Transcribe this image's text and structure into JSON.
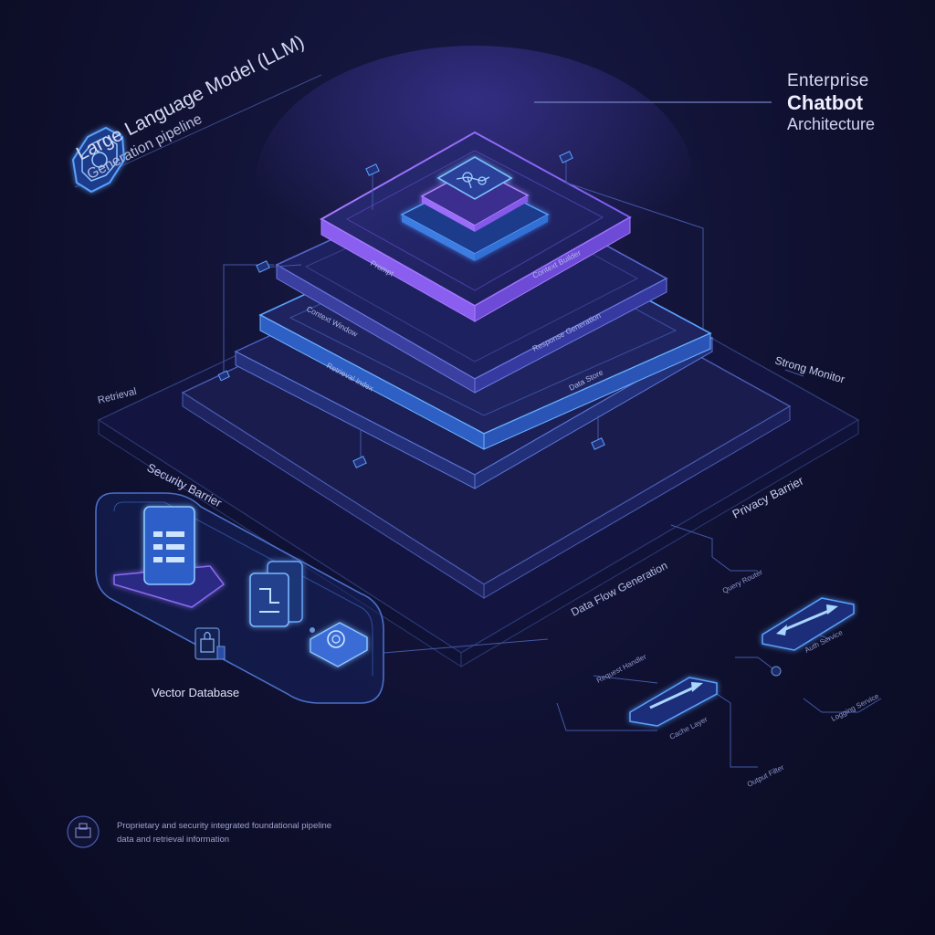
{
  "title": {
    "line1": "Enterprise",
    "line2": "Chatbot",
    "line3": "Architecture"
  },
  "header_left": {
    "line1": "Large Language Model (LLM)",
    "line2": "Generation pipeline"
  },
  "labels": {
    "left_mid": "Retrieval",
    "security_barrier": "Security Barrier",
    "strong_monitor": "Strong Monitor",
    "privacy_barrier": "Privacy Barrier",
    "data_flow": "Data Flow Generation",
    "vector_database": "Vector Database"
  },
  "layer_labels": {
    "layer1_left": "Prompt",
    "layer1_right": "Context Builder",
    "layer2_left": "Context Window",
    "layer2_right": "Response Generation",
    "layer3_left": "Retrieval Index",
    "layer3_right": "Data Store"
  },
  "flow_notes": {
    "n1": "Query Router",
    "n2": "Auth Service",
    "n3": "Request Handler",
    "n4": "Cache Layer",
    "n5": "Output Filter",
    "n6": "Logging Service"
  },
  "footer": {
    "line1": "Proprietary and security integrated foundational pipeline",
    "line2": "data and retrieval information"
  },
  "colors": {
    "background": "#0d0e29",
    "accent_blue": "#5aa2ff",
    "accent_purple": "#9a6dff",
    "line": "#3d4c92"
  },
  "icons": [
    "octagon-chip-icon",
    "brain-icon",
    "document-icon",
    "server-icon",
    "database-icon",
    "lock-icon",
    "arrow-icon",
    "footer-badge-icon"
  ]
}
